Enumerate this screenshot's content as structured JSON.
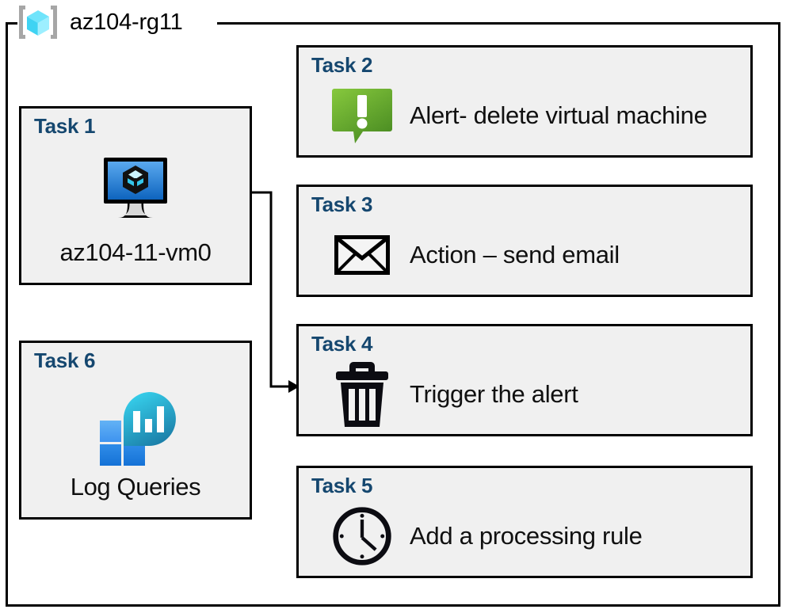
{
  "resource_group": {
    "name": "az104-rg11",
    "icon": "azure-resource-group-icon"
  },
  "colors": {
    "task_title": "#15476f",
    "card_fill": "#f0f0f0",
    "card_border": "#000000",
    "alert_green_light": "#82c341",
    "alert_green_dark": "#4f9125",
    "vm_blue_light": "#5aa9ef",
    "vm_blue_dark": "#1169c4",
    "log_square_light": "#55a8f2",
    "log_square_dark": "#1b7ae0",
    "log_teardrop_light": "#31cbe8",
    "log_teardrop_dark": "#1b7ea8",
    "rg_cube_cyan": "#6fe4fb",
    "rg_bracket_gray": "#a6a6a6"
  },
  "cards": {
    "task1": {
      "title": "Task 1",
      "label": "az104-11-vm0",
      "icon": "virtual-machine-icon"
    },
    "task2": {
      "title": "Task 2",
      "label": "Alert- delete virtual machine",
      "icon": "alert-bubble-icon"
    },
    "task3": {
      "title": "Task 3",
      "label": "Action – send email",
      "icon": "envelope-icon"
    },
    "task4": {
      "title": "Task 4",
      "label": "Trigger the alert",
      "icon": "trash-icon"
    },
    "task5": {
      "title": "Task 5",
      "label": "Add a processing rule",
      "icon": "clock-icon"
    },
    "task6": {
      "title": "Task 6",
      "label": "Log Queries",
      "icon": "log-analytics-icon"
    }
  },
  "connector": {
    "from": "task1-virtual-machine-icon",
    "to": "task4-card",
    "style": "orthogonal-arrow"
  }
}
